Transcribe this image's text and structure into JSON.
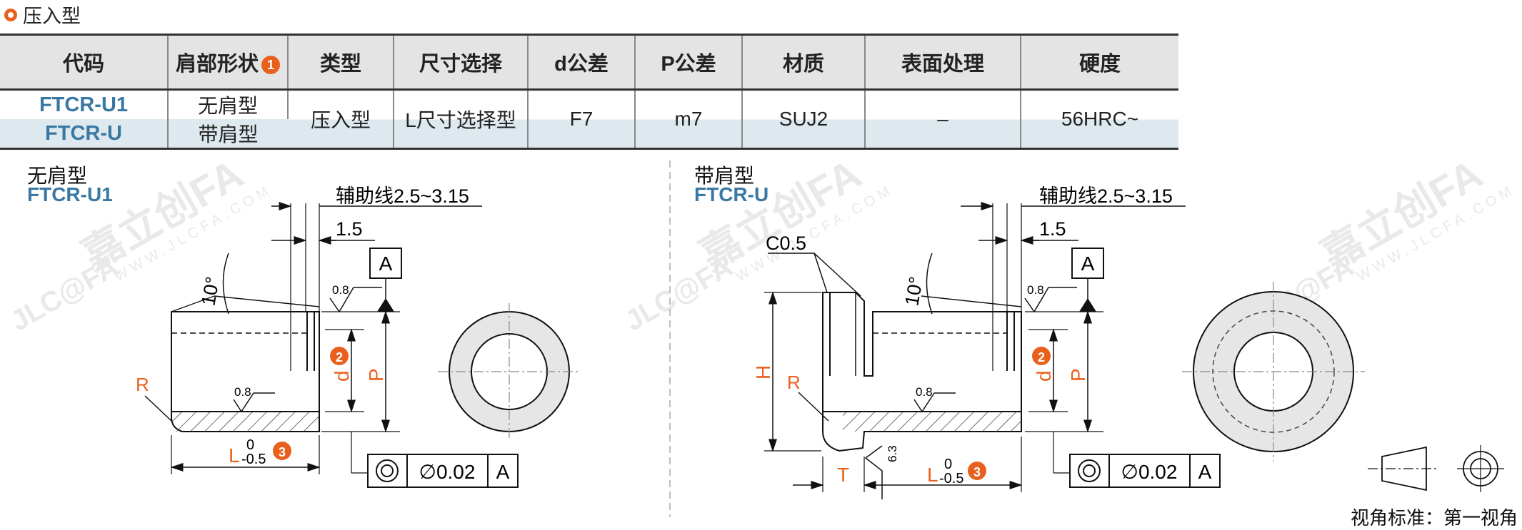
{
  "section": {
    "title": "压入型"
  },
  "table": {
    "headers": [
      "代码",
      "肩部形状",
      "类型",
      "尺寸选择",
      "d公差",
      "P公差",
      "材质",
      "表面处理",
      "硬度"
    ],
    "shoulder_badge": "1",
    "rows": [
      {
        "code": "FTCR-U1",
        "shoulder": "无肩型"
      },
      {
        "code": "FTCR-U",
        "shoulder": "带肩型"
      }
    ],
    "shared": {
      "type": "压入型",
      "size": "L尺寸选择型",
      "d_tol": "F7",
      "p_tol": "m7",
      "material": "SUJ2",
      "surface": "–",
      "hardness": "56HRC~"
    }
  },
  "left_drawing": {
    "label": "无肩型",
    "code": "FTCR-U1",
    "aux_line": "辅助线2.5~3.15",
    "dim_15": "1.5",
    "angle": "10°",
    "roughness_a": "0.8",
    "roughness_b": "0.8",
    "datum": "A",
    "r_label": "R",
    "d_label": "d",
    "p_label": "P",
    "l_label": "L",
    "l_tol_upper": "0",
    "l_tol_lower": "-0.5",
    "badge_d": "2",
    "badge_l": "3",
    "tol_value": "∅0.02",
    "tol_datum": "A"
  },
  "right_drawing": {
    "label": "带肩型",
    "code": "FTCR-U",
    "aux_line": "辅助线2.5~3.15",
    "dim_15": "1.5",
    "angle": "10°",
    "chamfer": "C0.5",
    "roughness_a": "0.8",
    "roughness_b": "0.8",
    "roughness_c": "6.3",
    "datum": "A",
    "h_label": "H",
    "r_label": "R",
    "d_label": "d",
    "p_label": "P",
    "t_label": "T",
    "l_label": "L",
    "l_tol_upper": "0",
    "l_tol_lower": "-0.5",
    "badge_d": "2",
    "badge_l": "3",
    "tol_value": "∅0.02",
    "tol_datum": "A"
  },
  "watermark": {
    "brand": "嘉立创FA",
    "logo": "JLC@FA",
    "url": "WWW.JLCFA.COM"
  },
  "footer": {
    "note": "视角标准：第一视角"
  },
  "colors": {
    "accent": "#e8601c",
    "code_blue": "#3a78a4",
    "header_bg": "#e4e4e4",
    "row_highlight": "#dde9ee"
  }
}
